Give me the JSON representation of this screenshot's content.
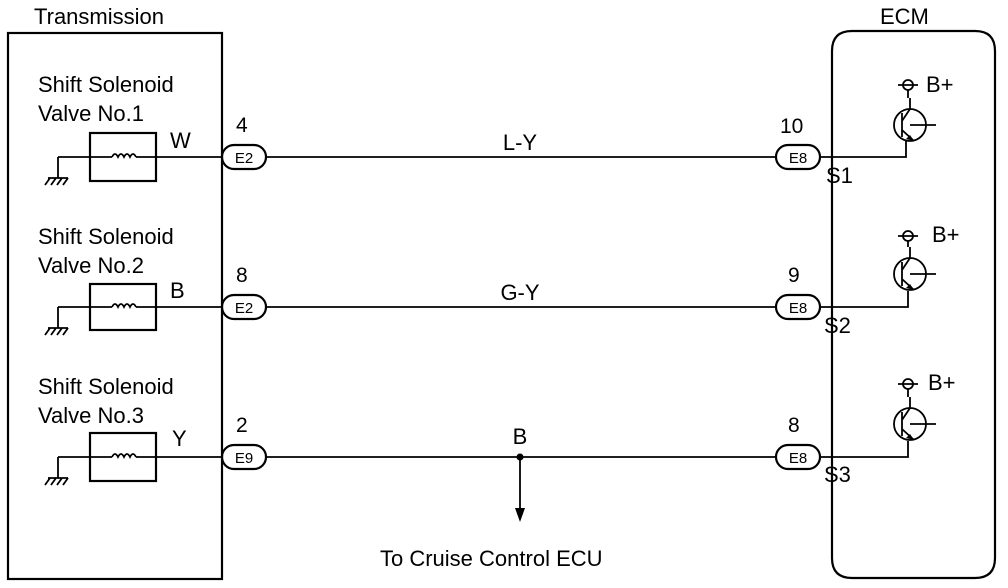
{
  "transmission": {
    "title": "Transmission",
    "solenoids": [
      {
        "name_line1": "Shift Solenoid",
        "name_line2": "Valve No.1",
        "terminal_color": "W",
        "pin": "4",
        "connector": "E2",
        "wire": "L-Y"
      },
      {
        "name_line1": "Shift Solenoid",
        "name_line2": "Valve No.2",
        "terminal_color": "B",
        "pin": "8",
        "connector": "E2",
        "wire": "G-Y"
      },
      {
        "name_line1": "Shift Solenoid",
        "name_line2": "Valve No.3",
        "terminal_color": "Y",
        "pin": "2",
        "connector": "E9",
        "wire": "B"
      }
    ]
  },
  "ecm": {
    "title": "ECM",
    "terminals": [
      {
        "pin": "10",
        "connector": "E8",
        "signal": "S1",
        "supply": "B+"
      },
      {
        "pin": "9",
        "connector": "E8",
        "signal": "S2",
        "supply": "B+"
      },
      {
        "pin": "8",
        "connector": "E8",
        "signal": "S3",
        "supply": "B+"
      }
    ]
  },
  "branch": {
    "label": "To Cruise Control ECU"
  }
}
